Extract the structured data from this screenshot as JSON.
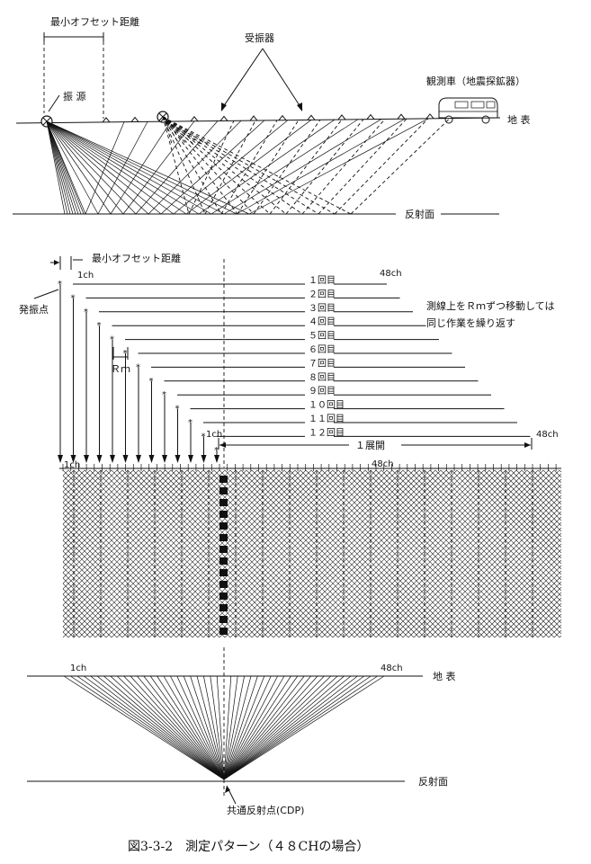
{
  "top": {
    "min_offset_label": "最小オフセット距離",
    "source_label": "振 源",
    "receivers_label": "受振器",
    "truck_label": "観測車（地震探鉱器）",
    "ground_label": "地 表",
    "reflector_label": "反射面"
  },
  "middle": {
    "min_offset_label": "最小オフセット距離",
    "shot_point_label": "発振点",
    "ch_first": "1ch",
    "ch_last": "48ch",
    "rounds": [
      "１回目",
      "２回目",
      "３回目",
      "４回目",
      "５回目",
      "６回目",
      "７回目",
      "８回目",
      "９回目",
      "１０回目",
      "１１回目",
      "１２回目"
    ],
    "note_line1": "測線上をＲｍずつ移動しては",
    "note_line2": "同じ作業を繰り返す",
    "rm_label": "Ｒｍ",
    "spread_label": "１展開",
    "spread_first": "1ch",
    "spread_last": "48ch",
    "grid_first": "1ch",
    "grid_last": "48ch"
  },
  "bottom": {
    "ch_first": "1ch",
    "ch_last": "48ch",
    "ground_label": "地 表",
    "reflector_label": "反射面",
    "cdp_label": "共通反射点(CDP)"
  },
  "caption": "図3-3-2　測定パターン（４８CHの場合）"
}
